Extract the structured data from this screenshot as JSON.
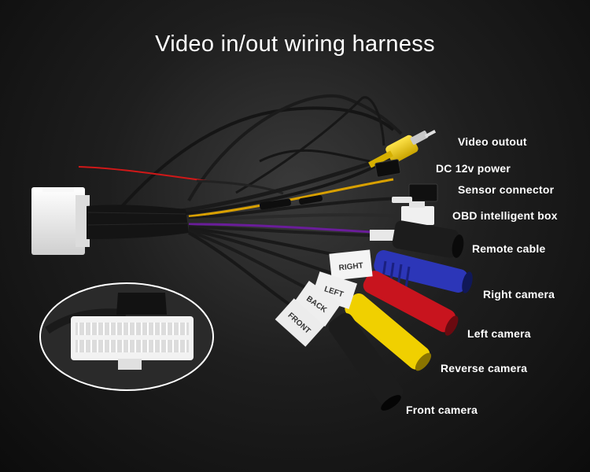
{
  "title": "Video in/out wiring harness",
  "labels": {
    "video_outout": "Video outout",
    "dc_power": "DC 12v power",
    "sensor_connector": "Sensor connector",
    "obd_box": "OBD intelligent box",
    "remote_cable": "Remote cable",
    "right_camera": "Right camera",
    "left_camera": "Left camera",
    "reverse_camera": "Reverse camera",
    "front_camera": "Front camera"
  },
  "tags": {
    "right": "RIGHT",
    "left": "LEFT",
    "back": "BACK",
    "front": "FRONT"
  },
  "colors": {
    "video_plug": "#f2c800",
    "right_camera_plug": "#2c36b8",
    "left_camera_plug": "#c8141e",
    "reverse_camera_plug": "#f0d000",
    "front_camera_plug": "#1c1c1c",
    "remote_plug": "#1c1c1c",
    "connector_white": "#ececec"
  }
}
